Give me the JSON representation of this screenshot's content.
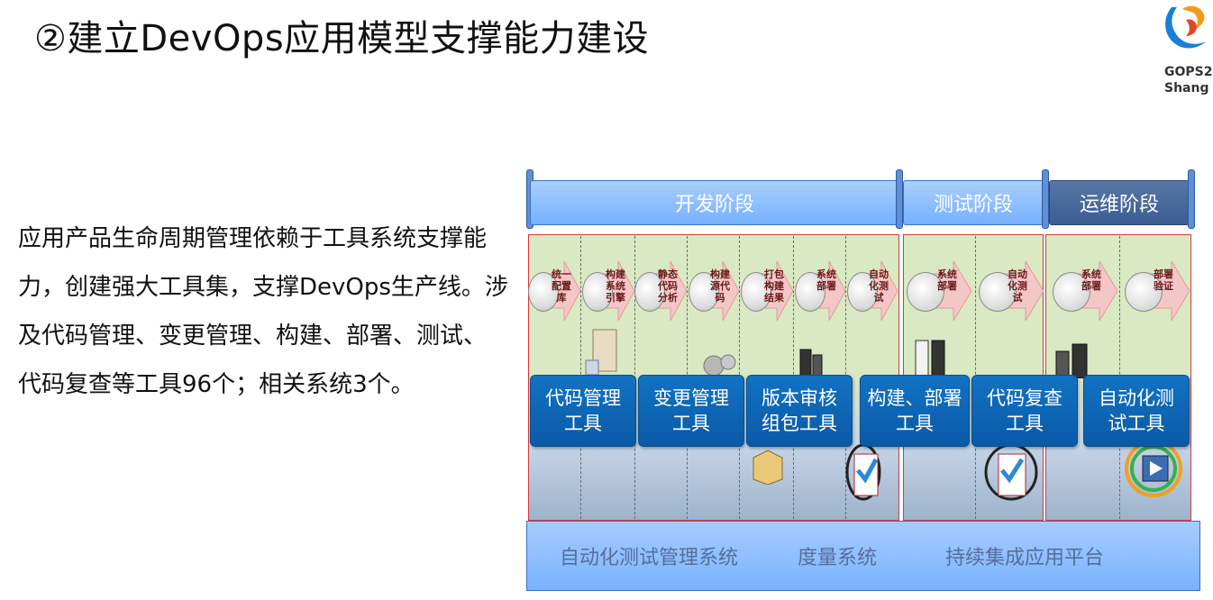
{
  "title": "②建立DevOps应用模型支撑能力建设",
  "logo": {
    "line1": "GOPS2",
    "line2": "Shang"
  },
  "body_text": "应用产品生命周期管理依赖于工具系统支撑能力，创建强大工具集，支撑DevOps生产线。涉及代码管理、变更管理、构建、部署、测试、代码复查等工具96个；相关系统3个。",
  "diagram": {
    "phases": [
      {
        "label": "开发阶段"
      },
      {
        "label": "测试阶段"
      },
      {
        "label": "运维阶段"
      }
    ],
    "steps": [
      {
        "label": "统一配置库"
      },
      {
        "label": "构建系统引擎"
      },
      {
        "label": "静态代码分析"
      },
      {
        "label": "构建源代码"
      },
      {
        "label": "打包构建结果"
      },
      {
        "label": "系统部署"
      },
      {
        "label": "自动化测试"
      },
      {
        "label": "系统部署"
      },
      {
        "label": "自动化测试"
      },
      {
        "label": "系统部署"
      },
      {
        "label": "部署验证"
      }
    ],
    "tools": [
      {
        "label": "代码管理工具"
      },
      {
        "label": "变更管理工具"
      },
      {
        "label": "版本审核组包工具"
      },
      {
        "label": "构建、部署工具"
      },
      {
        "label": "代码复查工具"
      },
      {
        "label": "自动化测试工具"
      }
    ],
    "systems": [
      {
        "label": "自动化测试管理系统"
      },
      {
        "label": "度量系统"
      },
      {
        "label": "持续集成应用平台"
      }
    ]
  }
}
